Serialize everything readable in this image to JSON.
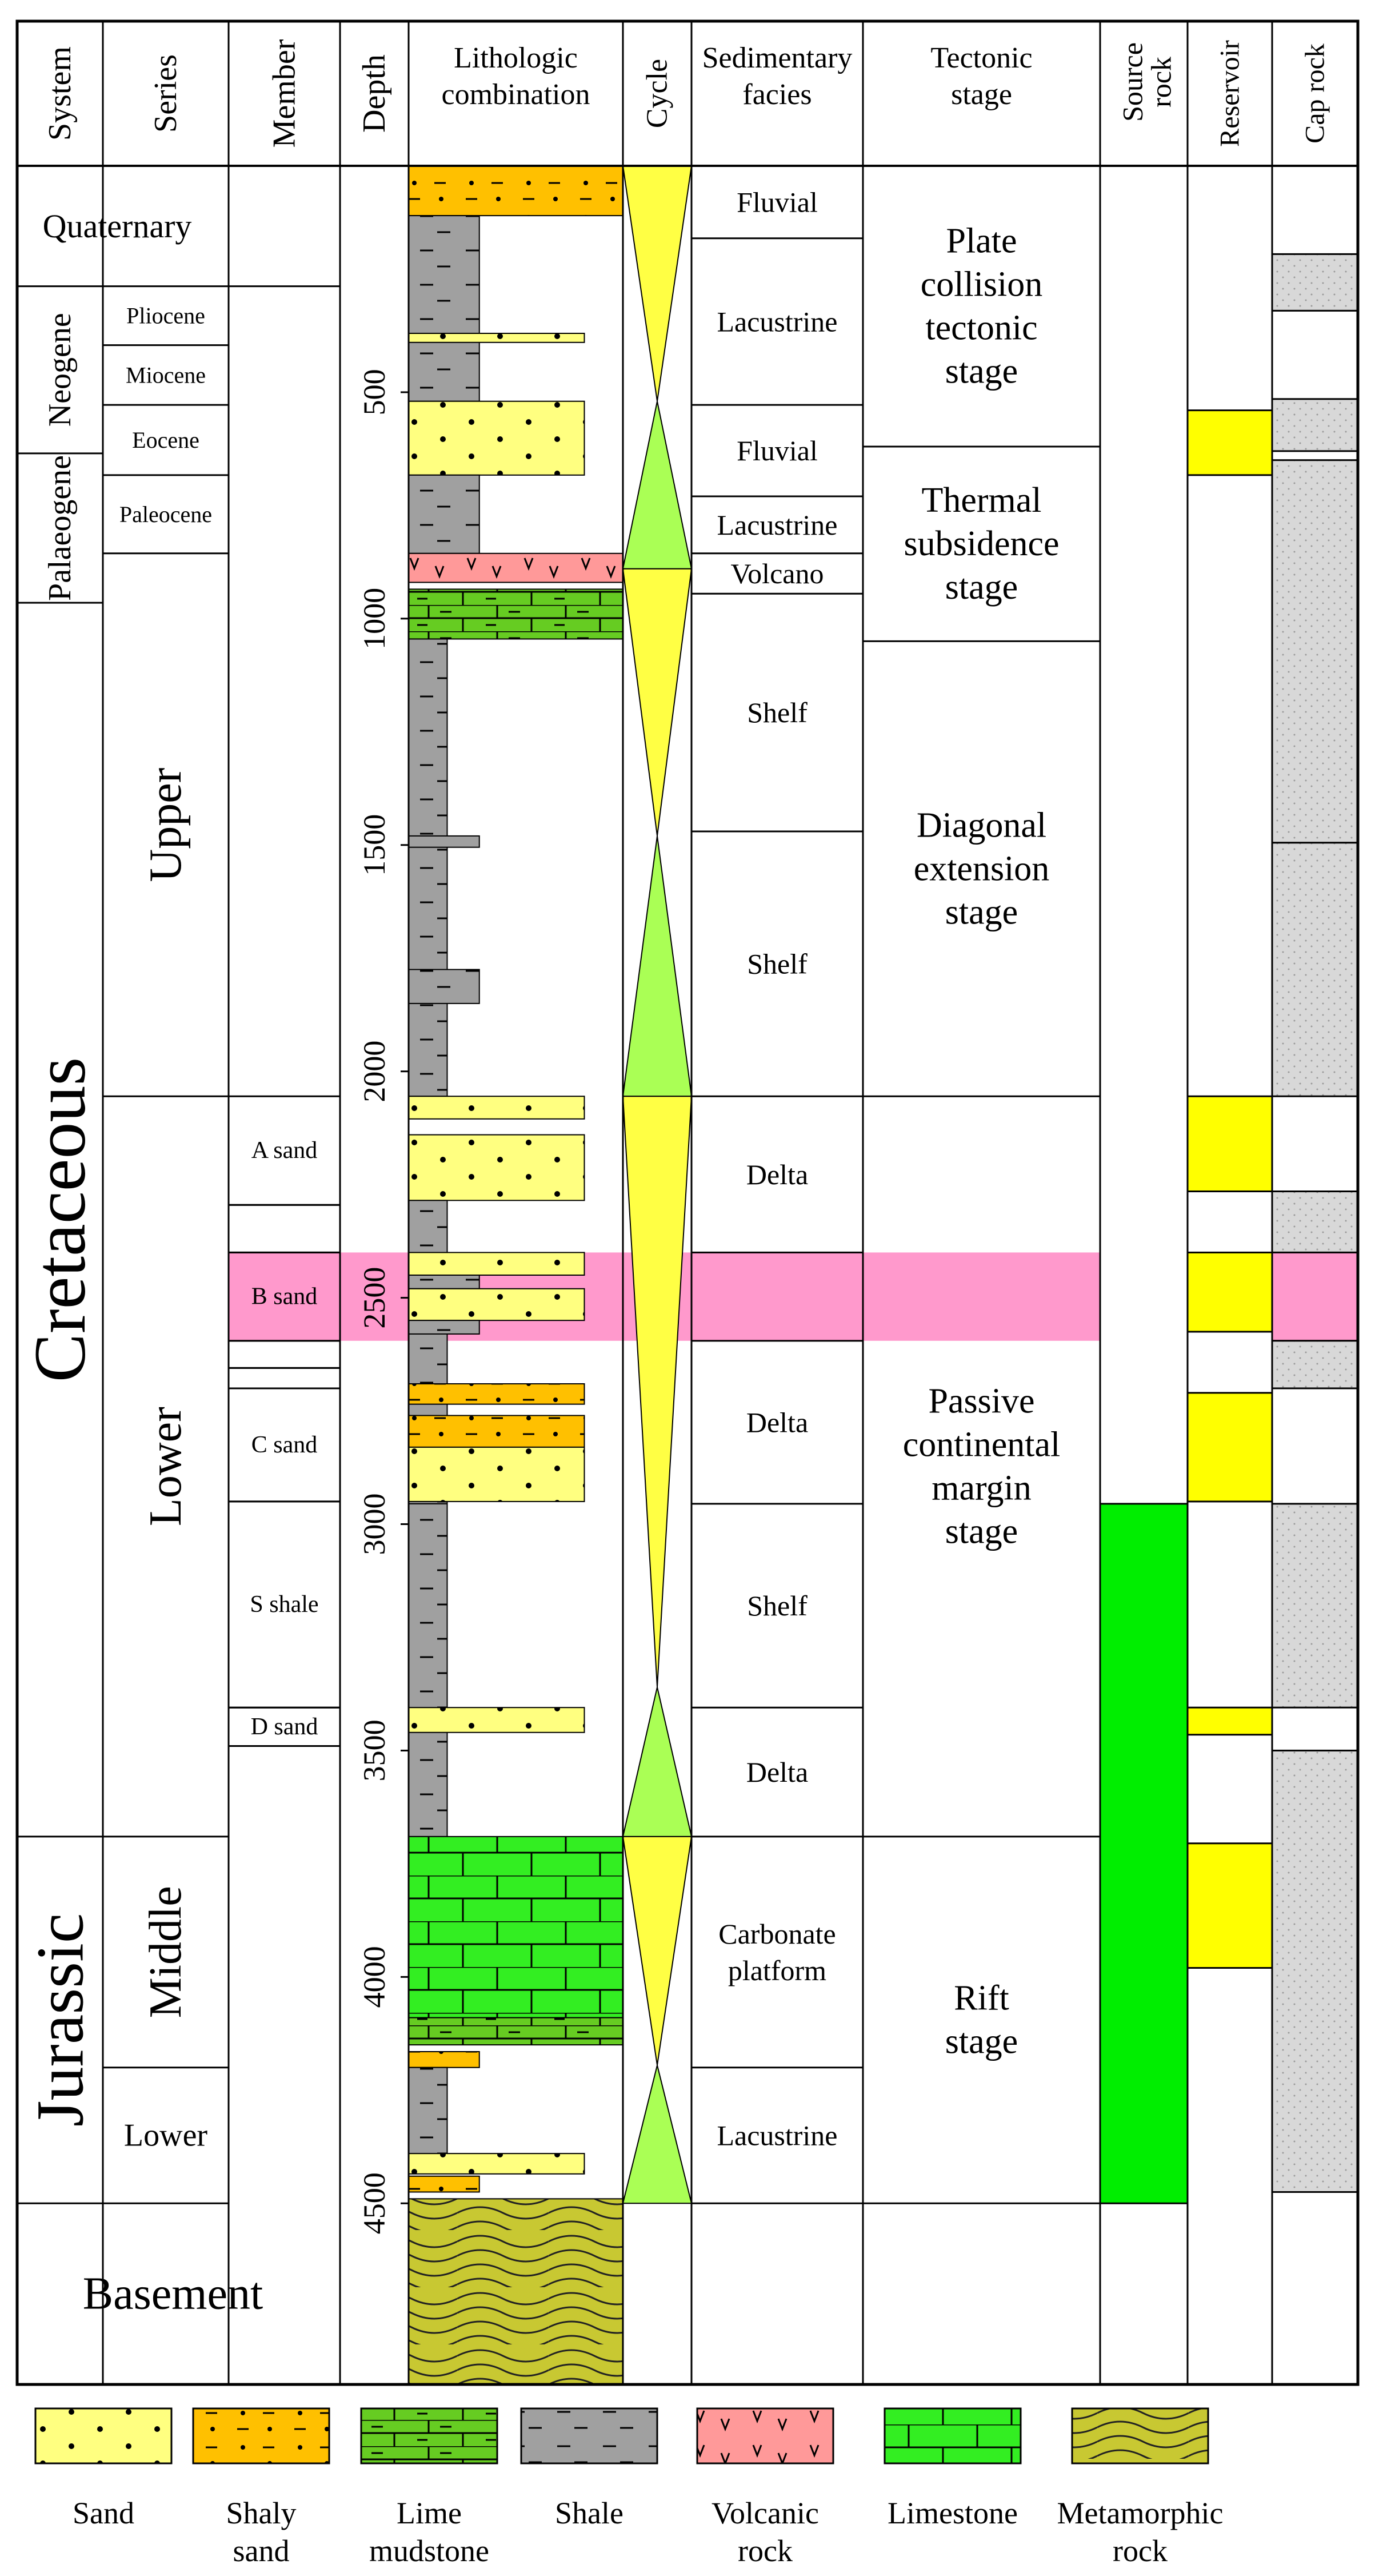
{
  "headers": {
    "system": "System",
    "series": "Series",
    "member": "Member",
    "depth": "Depth",
    "lithology": [
      "Lithologic",
      "combination"
    ],
    "cycle": "Cycle",
    "facies": [
      "Sedimentary",
      "facies"
    ],
    "tectonic": [
      "Tectonic",
      "stage"
    ],
    "source": [
      "Source",
      "rock"
    ],
    "reservoir": "Reservoir",
    "cap": "Cap rock"
  },
  "systems": [
    {
      "id": "quaternary",
      "label": "Quaternary",
      "top": 0,
      "bottom": 266
    },
    {
      "id": "neogene",
      "label": "Neogene",
      "top": 266,
      "bottom": 635
    },
    {
      "id": "palaeogene",
      "label": "Palaeogene",
      "top": 635,
      "bottom": 965
    },
    {
      "id": "cretaceous",
      "label": "Cretaceous",
      "top": 965,
      "bottom": 3690
    },
    {
      "id": "jurassic",
      "label": "Jurassic",
      "top": 3690,
      "bottom": 4500
    },
    {
      "id": "basement",
      "label": "Basement",
      "top": 4500,
      "bottom": 4900
    }
  ],
  "series": [
    {
      "id": "pliocene",
      "label": "Pliocene",
      "top": 266,
      "bottom": 396
    },
    {
      "id": "miocene",
      "label": "Miocene",
      "top": 396,
      "bottom": 528
    },
    {
      "id": "eocene",
      "label": "Eocene",
      "top": 528,
      "bottom": 683
    },
    {
      "id": "paleocene",
      "label": "Paleocene",
      "top": 683,
      "bottom": 856
    },
    {
      "id": "upper",
      "label": "Upper",
      "top": 856,
      "bottom": 2055
    },
    {
      "id": "lower-cretaceous",
      "label": "Lower",
      "top": 2055,
      "bottom": 3690
    },
    {
      "id": "middle",
      "label": "Middle",
      "top": 3690,
      "bottom": 4200
    },
    {
      "id": "lower-jurassic",
      "label": "Lower",
      "top": 4200,
      "bottom": 4500
    }
  ],
  "members": [
    {
      "id": "a-sand",
      "label": "A  sand",
      "top": 2055,
      "bottom": 2295
    },
    {
      "id": "blank-1",
      "label": "",
      "top": 2295,
      "bottom": 2400
    },
    {
      "id": "b-sand",
      "label": "B sand",
      "top": 2400,
      "bottom": 2595
    },
    {
      "id": "blank-2",
      "label": "",
      "top": 2595,
      "bottom": 2655
    },
    {
      "id": "blank-3",
      "label": "",
      "top": 2655,
      "bottom": 2700
    },
    {
      "id": "c-sand",
      "label": "C sand",
      "top": 2700,
      "bottom": 2950
    },
    {
      "id": "s-shale",
      "label": "S shale",
      "top": 2950,
      "bottom": 3405
    },
    {
      "id": "d-sand",
      "label": "D sand",
      "top": 3405,
      "bottom": 3490
    }
  ],
  "depth_ticks": [
    "500",
    "1000",
    "1500",
    "2000",
    "2500",
    "3000",
    "3500",
    "4000",
    "4500"
  ],
  "lithology_intervals": [
    {
      "type": "shaly-sand",
      "top": 0,
      "bottom": 110,
      "width": 1.0
    },
    {
      "type": "shale",
      "top": 110,
      "bottom": 520,
      "width": 0.33
    },
    {
      "type": "sand",
      "top": 370,
      "bottom": 390,
      "width": 0.82
    },
    {
      "type": "sand",
      "top": 520,
      "bottom": 683,
      "width": 0.82
    },
    {
      "type": "shale",
      "top": 683,
      "bottom": 856,
      "width": 0.33
    },
    {
      "type": "volcanic",
      "top": 856,
      "bottom": 920,
      "width": 1.0
    },
    {
      "type": "lime-mudstone",
      "top": 935,
      "bottom": 1045,
      "width": 1.0
    },
    {
      "type": "shale",
      "top": 1045,
      "bottom": 2055,
      "width": 0.18
    },
    {
      "type": "shale",
      "top": 1480,
      "bottom": 1505,
      "width": 0.33
    },
    {
      "type": "shale",
      "top": 1775,
      "bottom": 1850,
      "width": 0.33
    },
    {
      "type": "sand",
      "top": 2055,
      "bottom": 2105,
      "width": 0.82
    },
    {
      "type": "sand",
      "top": 2140,
      "bottom": 2285,
      "width": 0.82
    },
    {
      "type": "shale",
      "top": 2285,
      "bottom": 2955,
      "width": 0.18
    },
    {
      "type": "sand",
      "top": 2400,
      "bottom": 2450,
      "width": 0.82
    },
    {
      "type": "shale",
      "top": 2450,
      "bottom": 2480,
      "width": 0.33
    },
    {
      "type": "sand",
      "top": 2480,
      "bottom": 2550,
      "width": 0.82
    },
    {
      "type": "shale",
      "top": 2550,
      "bottom": 2580,
      "width": 0.33
    },
    {
      "type": "shaly-sand",
      "top": 2690,
      "bottom": 2735,
      "width": 0.82
    },
    {
      "type": "shaly-sand",
      "top": 2760,
      "bottom": 2830,
      "width": 0.82
    },
    {
      "type": "sand",
      "top": 2830,
      "bottom": 2950,
      "width": 0.82
    },
    {
      "type": "shale",
      "top": 2955,
      "bottom": 3690,
      "width": 0.18
    },
    {
      "type": "sand",
      "top": 3405,
      "bottom": 3460,
      "width": 0.82
    },
    {
      "type": "limestone",
      "top": 3690,
      "bottom": 4090,
      "width": 1.0
    },
    {
      "type": "lime-mudstone",
      "top": 4090,
      "bottom": 4150,
      "width": 1.0
    },
    {
      "type": "shaly-sand",
      "top": 4165,
      "bottom": 4200,
      "width": 0.33
    },
    {
      "type": "shale",
      "top": 4200,
      "bottom": 4420,
      "width": 0.18
    },
    {
      "type": "sand",
      "top": 4390,
      "bottom": 4435,
      "width": 0.82
    },
    {
      "type": "shaly-sand",
      "top": 4440,
      "bottom": 4475,
      "width": 0.33
    },
    {
      "type": "metamorphic",
      "top": 4490,
      "bottom": 4900,
      "width": 1.0
    }
  ],
  "cycles": [
    {
      "top": 0,
      "bottom": 520,
      "shape": "inverted"
    },
    {
      "top": 520,
      "bottom": 890,
      "shape": "upright"
    },
    {
      "top": 890,
      "bottom": 1480,
      "shape": "inverted"
    },
    {
      "top": 1480,
      "bottom": 2055,
      "shape": "upright"
    },
    {
      "top": 2055,
      "bottom": 3360,
      "shape": "inverted"
    },
    {
      "top": 3360,
      "bottom": 3690,
      "shape": "upright"
    },
    {
      "top": 3690,
      "bottom": 4195,
      "shape": "inverted"
    },
    {
      "top": 4195,
      "bottom": 4500,
      "shape": "upright"
    }
  ],
  "facies": [
    {
      "label": "Fluvial",
      "top": 0,
      "bottom": 160
    },
    {
      "label": "Lacustrine",
      "top": 160,
      "bottom": 528
    },
    {
      "label": "Fluvial",
      "top": 528,
      "bottom": 730
    },
    {
      "label": "Lacustrine",
      "top": 730,
      "bottom": 856
    },
    {
      "label": "Volcano",
      "top": 856,
      "bottom": 945
    },
    {
      "label": "Shelf",
      "top": 945,
      "bottom": 1470
    },
    {
      "label": "Shelf",
      "top": 1470,
      "bottom": 2055
    },
    {
      "label": "Delta",
      "top": 2055,
      "bottom": 2400
    },
    {
      "label": "",
      "top": 2400,
      "bottom": 2595
    },
    {
      "label": "Delta",
      "top": 2595,
      "bottom": 2955
    },
    {
      "label": "Shelf",
      "top": 2955,
      "bottom": 3405
    },
    {
      "label": "Delta",
      "top": 3405,
      "bottom": 3690
    },
    {
      "label": [
        "Carbonate",
        "platform"
      ],
      "top": 3690,
      "bottom": 4200
    },
    {
      "label": "Lacustrine",
      "top": 4200,
      "bottom": 4500
    }
  ],
  "tectonic_stages": [
    {
      "label": [
        "Plate",
        "collision",
        "tectonic",
        "stage"
      ],
      "top": 0,
      "bottom": 620
    },
    {
      "label": [
        "Thermal",
        "subsidence",
        "stage"
      ],
      "top": 620,
      "bottom": 1050
    },
    {
      "label": [
        "Diagonal",
        "extension",
        "stage"
      ],
      "top": 1050,
      "bottom": 2055
    },
    {
      "label": [
        "Passive",
        "continental",
        "margin",
        "stage"
      ],
      "top": 2055,
      "bottom": 3690
    },
    {
      "label": [
        "Rift",
        "stage"
      ],
      "top": 3690,
      "bottom": 4500
    }
  ],
  "source_rock": [
    {
      "top": 2955,
      "bottom": 4500
    }
  ],
  "reservoir": [
    {
      "top": 540,
      "bottom": 683
    },
    {
      "top": 2055,
      "bottom": 2265
    },
    {
      "top": 2400,
      "bottom": 2575
    },
    {
      "top": 2710,
      "bottom": 2950
    },
    {
      "top": 3405,
      "bottom": 3465
    },
    {
      "top": 3705,
      "bottom": 3980
    }
  ],
  "cap_rock": [
    {
      "top": 195,
      "bottom": 320
    },
    {
      "top": 515,
      "bottom": 630
    },
    {
      "top": 650,
      "bottom": 1495
    },
    {
      "top": 1495,
      "bottom": 2055
    },
    {
      "top": 2265,
      "bottom": 2400
    },
    {
      "top": 2400,
      "bottom": 2595
    },
    {
      "top": 2595,
      "bottom": 2700
    },
    {
      "top": 2955,
      "bottom": 3405
    },
    {
      "top": 3500,
      "bottom": 4475
    }
  ],
  "b_sand_band": {
    "top": 2400,
    "bottom": 2595
  },
  "legend": [
    {
      "key": "sand",
      "label": [
        "Sand"
      ]
    },
    {
      "key": "shaly-sand",
      "label": [
        "Shaly",
        "sand"
      ]
    },
    {
      "key": "lime-mudstone",
      "label": [
        "Lime",
        "mudstone"
      ]
    },
    {
      "key": "shale",
      "label": [
        "Shale"
      ]
    },
    {
      "key": "volcanic",
      "label": [
        "Volcanic",
        "rock"
      ]
    },
    {
      "key": "limestone",
      "label": [
        "Limestone"
      ]
    },
    {
      "key": "metamorphic",
      "label": [
        "Metamorphic",
        "rock"
      ]
    }
  ],
  "colors": {
    "sand": "#ffff80",
    "shaly_sand": "#ffc000",
    "lime_mudstone": "#66cc22",
    "shale": "#a0a0a0",
    "volcanic": "#ff9999",
    "limestone": "#33ee22",
    "metamorphic": "#c8c832",
    "cycle_inverted": "#ffff44",
    "cycle_upright": "#aaff55",
    "b_sand_band": "#ff99cc",
    "reservoir": "#ffff00",
    "source_rock": "#00ee00",
    "cap_rock": "#d8d8d8"
  }
}
